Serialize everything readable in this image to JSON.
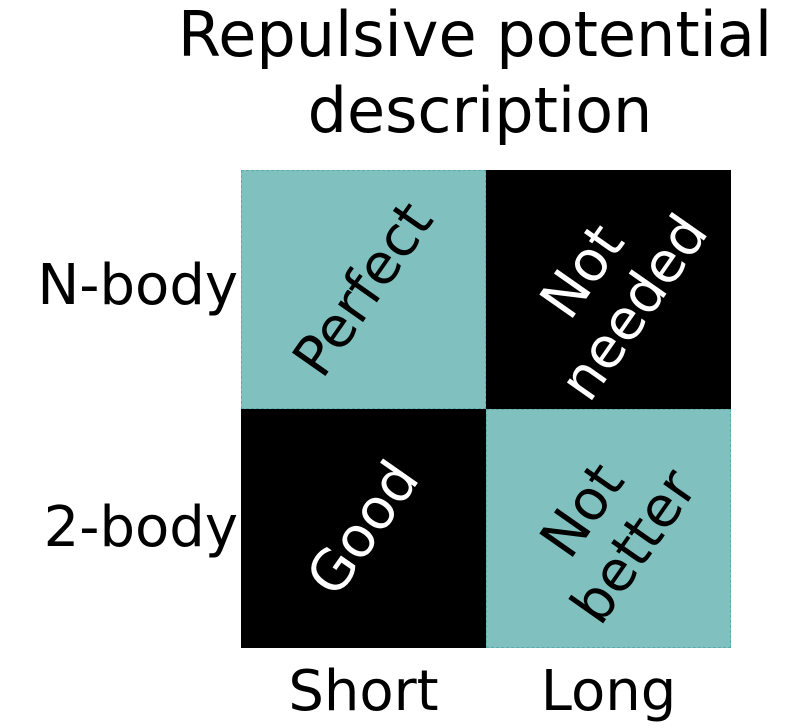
{
  "title": {
    "line1": "Repulsive potential",
    "line2": "description"
  },
  "row_labels": [
    "N-body",
    "2-body"
  ],
  "column_labels": [
    "Short",
    "Long"
  ],
  "cells": [
    [
      {
        "lines": [
          "Perfect"
        ],
        "fill": "#80c1c0"
      },
      {
        "lines": [
          "Not",
          "needed"
        ],
        "fill": "#000000"
      }
    ],
    [
      {
        "lines": [
          "Good"
        ],
        "fill": "#000000"
      },
      {
        "lines": [
          "Not",
          "better"
        ],
        "fill": "#80c1c0"
      }
    ]
  ]
}
